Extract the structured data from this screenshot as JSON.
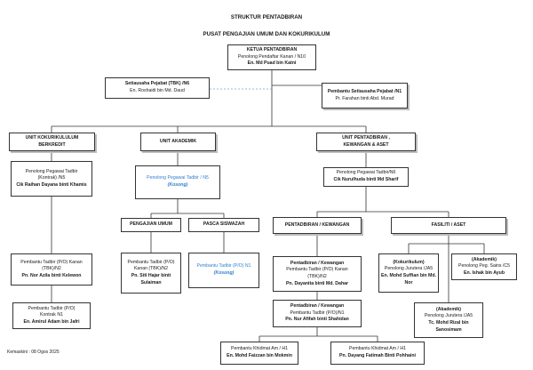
{
  "title": "STRUKTUR PENTADBIRAN",
  "subtitle": "PUSAT PENGAJIAN UMUM DAN KOKURIKULUM",
  "top": {
    "head": "KETUA PENTADBIRAN",
    "post": "Penolong Pendaftar Kanan / N10",
    "name": "En. Md Puad bin Katni"
  },
  "sec_left": {
    "head": "Setiausaha Pejabat (TBK) /N6",
    "name": "En. Roshaidi bin Md. Daud"
  },
  "sec_right": {
    "head": "Pembantu Setiausaha Pejabat /N1",
    "name": "Pr. Farahan binti Abd. Murad"
  },
  "unit_kok": {
    "l1": "UNIT KOKURIKULULUM",
    "l2": "BERKREDIT"
  },
  "unit_akad": {
    "l1": "UNIT AKADEMIK"
  },
  "unit_pent": {
    "l1": "UNIT PENTADBIRAN ,",
    "l2": "KEWANGAN & ASET"
  },
  "kok_pt": {
    "l1": "Penolong Pegawai Tadbir",
    "l2": "(Kontrak) /N5",
    "name": "Cik Raihan Dayana binti Khamis"
  },
  "akad_pt": {
    "l1": "Penolong Pegawai Tadbir / N5",
    "status": "(Kosong)"
  },
  "pent_pt": {
    "l1": "Penolong Pegawai Tadbir/N6",
    "name": "Cik Nurulhuda binti Md Sharif"
  },
  "kok_pk": {
    "l1": "Pembantu Tadbir (P/O) Kanan",
    "l2": "(TBK)/N2",
    "name": "Pn. Nor Azila binti Kelewon"
  },
  "kok_pt2": {
    "l1": "Pembantu Tadbir (P/O)",
    "l2": "Kontrak  N1",
    "name": "En. Amirul Adam bin Jafri"
  },
  "pengajian": {
    "label": "PENGAJIAN UMUM"
  },
  "pasca": {
    "label": "PASCA SISWAZAH"
  },
  "peng_staff": {
    "l1": "Pembantu Tadbir (P/O)",
    "l2": "Kanan (TBK)/N2",
    "name": "Pn. Siti Hajar binti",
    "name2": "Sulaiman"
  },
  "pasca_staff": {
    "l1": "Pembantu Tadbir (P/O) N1",
    "status": "(Kosong)"
  },
  "pentkew": {
    "label": "PENTADBIRAN / KEWANGAN"
  },
  "fasiliti": {
    "label": "FASILITI / ASET"
  },
  "pk1": {
    "head": "Pentadbiran / Kewangan",
    "l1": "Pembantu Tadbir (P/O) Kanan",
    "l2": "(TBK)/N2",
    "name": "Pn. Dayanita binti Md. Dahar"
  },
  "pk2": {
    "head": "Pentadbiran / Kewangan",
    "l1": "Pembantu Tadbir (P/O)/N1",
    "name": "Pn. Nur Afifah binti Shahidan"
  },
  "khidmat1": {
    "l1": "Pembantu Khidmat Am / H1",
    "name": "En. Mohd Faizzan bin Mokmin"
  },
  "khidmat2": {
    "l1": "Pembantu Khidmat Am / H1",
    "name": "Pn. Dayang Fatimah Binti Pohhaini"
  },
  "fas_kok": {
    "head": "(Kokurikulum)",
    "l1": "Penolong Jurutera /JA5",
    "name": "En. Mohd Suffian bin Md.",
    "name2": "Nor"
  },
  "fas_akad1": {
    "head": "(Akademik)",
    "l1": "Penolong Peg. Sains /C5",
    "name": "En. Ishak bin Ayub"
  },
  "fas_akad2": {
    "head": "(Akademik)",
    "l1": "Penolong Jurutera /JA5",
    "name": "Tc. Mohd Rizal bin",
    "name2": "Sanosimam"
  },
  "footer": "Kemaskini : 08 Ogos 2025"
}
